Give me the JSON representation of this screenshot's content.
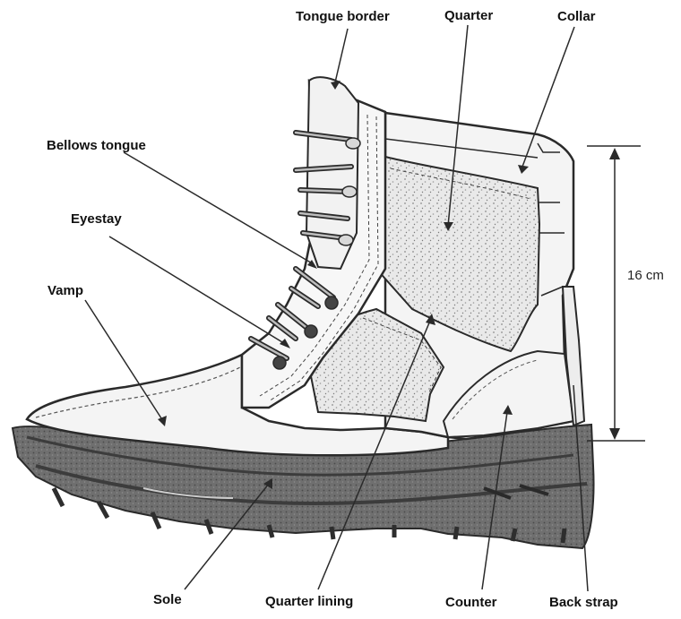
{
  "labels": {
    "tongue_border": "Tongue border",
    "quarter": "Quarter",
    "collar": "Collar",
    "bellows_tongue": "Bellows tongue",
    "eyestay": "Eyestay",
    "vamp": "Vamp",
    "sole": "Sole",
    "quarter_lining": "Quarter lining",
    "counter": "Counter",
    "back_strap": "Back strap"
  },
  "dimension": {
    "height_label": "16 cm"
  },
  "colors": {
    "line": "#2a2a2a",
    "stipple": "#8a8a8a",
    "sole_fill": "#6f6f6f",
    "sole_dark": "#3c3c3c",
    "upper_fill": "#f4f4f4"
  }
}
